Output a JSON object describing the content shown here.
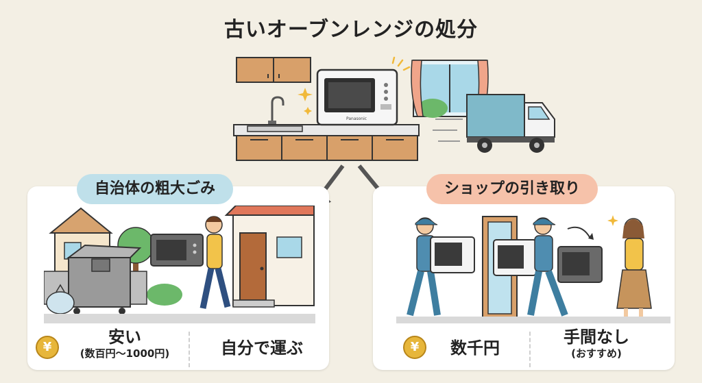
{
  "title": "古いオーブンレンジの処分",
  "hero": {
    "microwave_brand": "Panasonic"
  },
  "icons": {
    "sparkle": "sparkle-icon",
    "arrow": "arrow-down-icon",
    "coin": "yen-coin-icon"
  },
  "colors": {
    "background": "#f3efe4",
    "left_pill": "#bfe0ea",
    "right_pill": "#f6c2aa",
    "coin": "#e7b63a",
    "arrow": "#555555"
  },
  "options": {
    "left": {
      "label": "自治体の粗大ごみ",
      "coin_symbol": "¥",
      "cost_main": "安い",
      "cost_sub": "(数百円～1000円)",
      "effort": "自分で運ぶ"
    },
    "right": {
      "label": "ショップの引き取り",
      "coin_symbol": "¥",
      "cost_main": "数千円",
      "effort_main": "手間なし",
      "effort_sub": "(おすすめ)"
    }
  }
}
